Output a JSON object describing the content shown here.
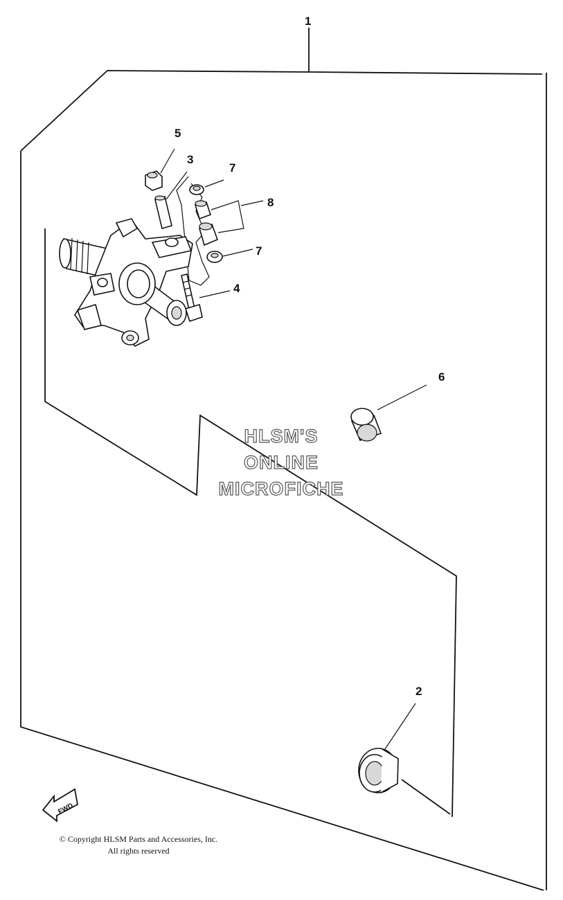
{
  "diagram": {
    "callouts": {
      "c1": "1",
      "c2": "2",
      "c3": "3",
      "c4": "4",
      "c5": "5",
      "c6": "6",
      "c7a": "7",
      "c7b": "7",
      "c8": "8"
    },
    "fwd_label": "FWD",
    "watermark": {
      "line1": "HLSM'S",
      "line2": "ONLINE",
      "line3": "MICROFICHE"
    }
  },
  "footer": {
    "copyright_line1": "© Copyright HLSM Parts and Accessories, Inc.",
    "copyright_line2": "All rights reserved"
  }
}
